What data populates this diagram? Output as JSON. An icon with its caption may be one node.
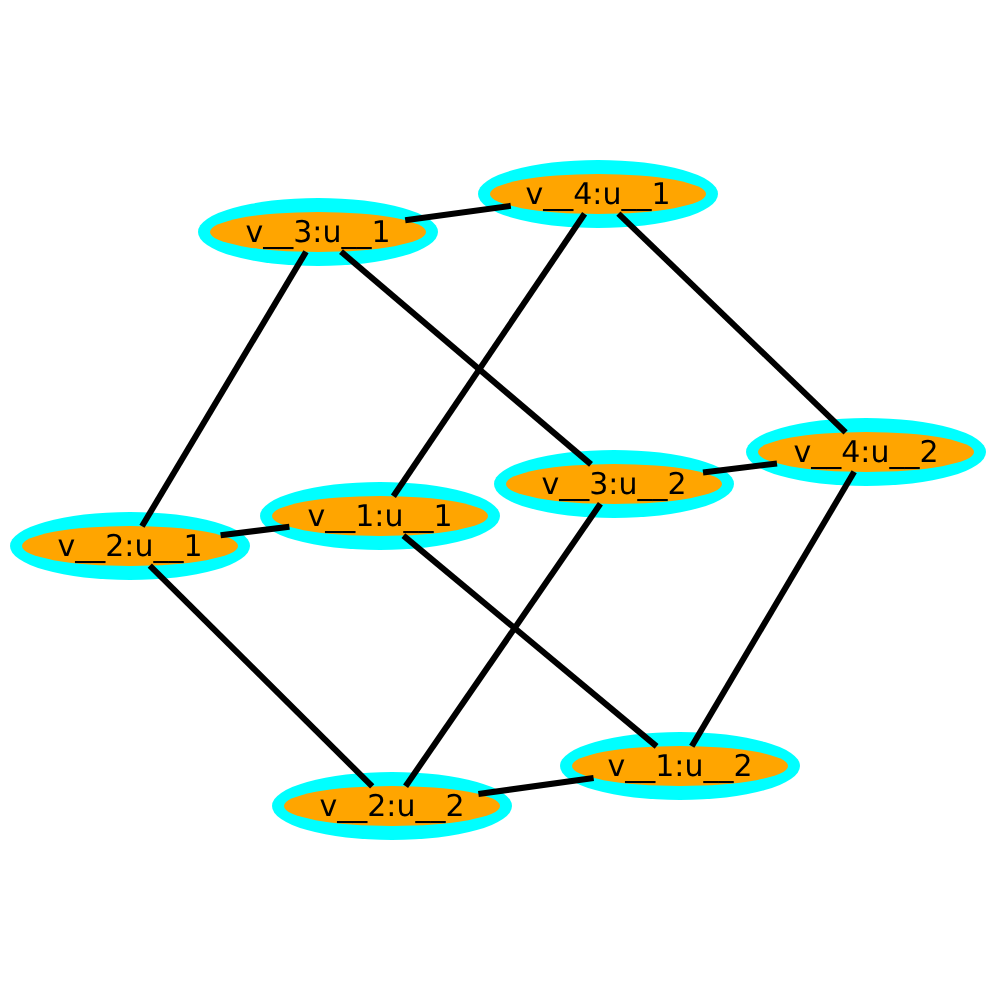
{
  "diagram": {
    "nodes": [
      {
        "text": [
          "v__3:u__1"
        ]
      },
      {
        "text": [
          "v__4:u__1"
        ]
      },
      {
        "text": [
          "v__2:u__1"
        ]
      },
      {
        "text": [
          "v__1:u__1"
        ]
      },
      {
        "text": [
          "v__3:u__2"
        ]
      },
      {
        "text": [
          "v__4:u__2"
        ]
      },
      {
        "text": [
          "v__1:u__2"
        ]
      },
      {
        "text": [
          "v__2:u__2"
        ]
      }
    ],
    "edges": [
      {
        "from": 0,
        "to": 1,
        "arrow": "none"
      },
      {
        "from": 0,
        "to": 2,
        "arrow": "none"
      },
      {
        "from": 0,
        "to": 4,
        "arrow": "none"
      },
      {
        "from": 1,
        "to": 3,
        "arrow": "none"
      },
      {
        "from": 1,
        "to": 5,
        "arrow": "none"
      },
      {
        "from": 2,
        "to": 3,
        "arrow": "none"
      },
      {
        "from": 2,
        "to": 7,
        "arrow": "none"
      },
      {
        "from": 3,
        "to": 6,
        "arrow": "none"
      },
      {
        "from": 4,
        "to": 5,
        "arrow": "none"
      },
      {
        "from": 4,
        "to": 7,
        "arrow": "none"
      },
      {
        "from": 5,
        "to": 6,
        "arrow": "none"
      },
      {
        "from": 7,
        "to": 6,
        "arrow": "none"
      }
    ]
  }
}
